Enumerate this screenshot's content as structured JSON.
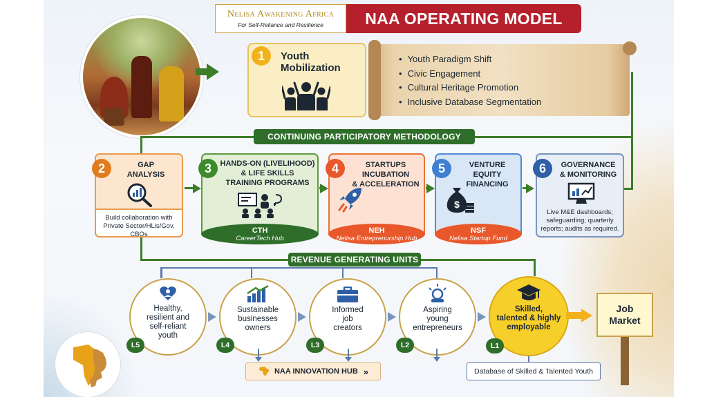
{
  "header": {
    "org_name": "Nelisa Awakening Africa",
    "org_tagline": "For Self-Reliance and Resilience",
    "title": "NAA OPERATING MODEL"
  },
  "mobilization": {
    "number": "1",
    "title_line1": "Youth",
    "title_line2": "Mobilization",
    "icon": "people-cheering-icon",
    "bullets": [
      "Youth Paradigm Shift",
      "Civic Engagement",
      "Cultural Heritage Promotion",
      "Inclusive Database Segmentation"
    ]
  },
  "banners": {
    "methodology": "CONTINUING PARTICIPATORY METHODOLOGY",
    "revenue": "REVENUE GENERATING UNITS"
  },
  "stages": [
    {
      "number": "2",
      "title_line1": "GAP",
      "title_line2": "ANALYSIS",
      "title_line3": "",
      "icon": "magnifier-chart-icon",
      "description": "Build collaboration with Private Sector/HLis/Gov, CBOs"
    },
    {
      "number": "3",
      "title_line1": "HANDS-ON (LIVELIHOOD)",
      "title_line2": "& LIFE SKILLS",
      "title_line3": "TRAINING PROGRAMS",
      "icon": "classroom-icon",
      "foot_acronym": "CTH",
      "foot_name": "CareerTech Hub"
    },
    {
      "number": "4",
      "title_line1": "STARTUPS",
      "title_line2": "INCUBATION",
      "title_line3": "& ACCELERATION",
      "icon": "rocket-icon",
      "foot_acronym": "NEH",
      "foot_name": "Nelisa Entreprenurship Hub"
    },
    {
      "number": "5",
      "title_line1": "VENTURE",
      "title_line2": "EQUITY",
      "title_line3": "FINANCING",
      "icon": "money-bag-icon",
      "foot_acronym": "NSF",
      "foot_name": "Nelisa Startup Fund"
    },
    {
      "number": "6",
      "title_line1": "GOVERNANCE",
      "title_line2": "& MONITORING",
      "title_line3": "",
      "icon": "dashboard-icon",
      "description": "Live M&E dashboards; safeguarding; quarterly reports; audits as required."
    }
  ],
  "levels": [
    {
      "level": "L5",
      "line1": "Healthy,",
      "line2": "resilient and",
      "line3": "self-reliant",
      "line4": "youth",
      "icon": "heart-person-icon"
    },
    {
      "level": "L4",
      "line1": "Sustainable",
      "line2": "businesses",
      "line3": "owners",
      "line4": "",
      "icon": "growth-chart-icon"
    },
    {
      "level": "L3",
      "line1": "Informed",
      "line2": "job",
      "line3": "creators",
      "line4": "",
      "icon": "briefcase-icon"
    },
    {
      "level": "L2",
      "line1": "Aspiring",
      "line2": "young",
      "line3": "entrepreneurs",
      "line4": "",
      "icon": "lightbulb-icon"
    },
    {
      "level": "L1",
      "line1": "Skilled,",
      "line2": "talented & highly",
      "line3": "employable",
      "line4": "",
      "icon": "graduation-cap-icon"
    }
  ],
  "job_market": {
    "line1": "Job",
    "line2": "Market"
  },
  "innovation_hub": {
    "label": "NAA INNOVATION HUB",
    "chevron": "»"
  },
  "database": {
    "label": "Database of Skilled & Talented Youth"
  },
  "colors": {
    "title_red": "#b6202c",
    "green": "#2f6e2a",
    "gold": "#f2b21b",
    "orange": "#e8582a",
    "blue": "#3f7fd0",
    "navy": "#2e5fa7"
  }
}
